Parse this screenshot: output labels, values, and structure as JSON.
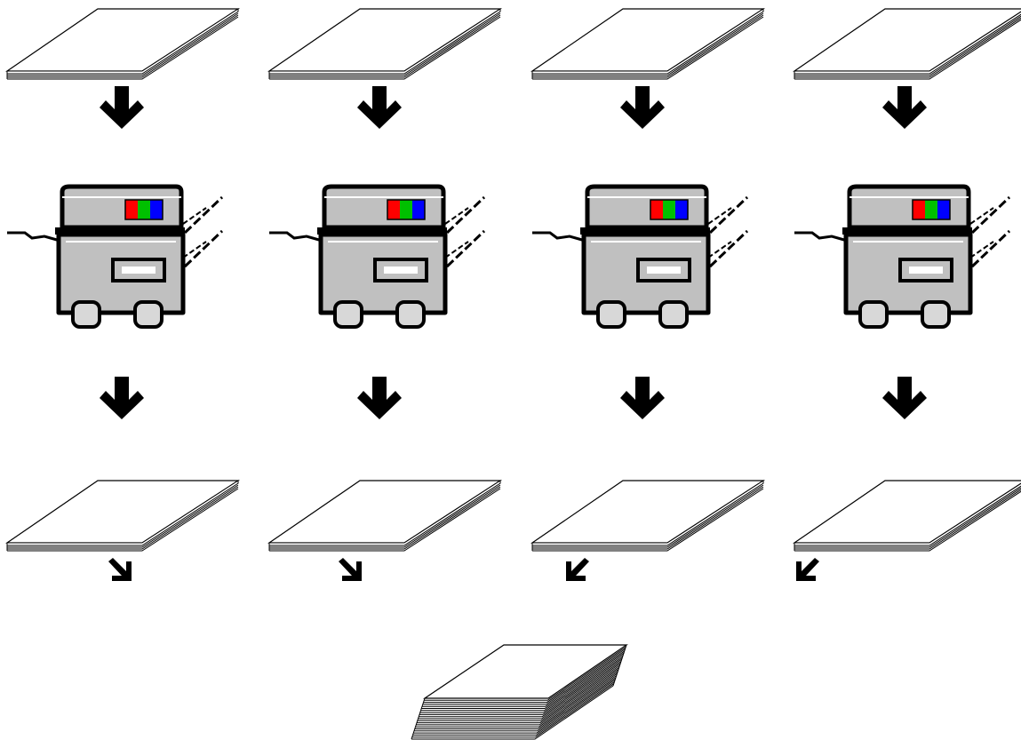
{
  "diagram": {
    "description_kind": "parallel printing pipeline",
    "columns": [
      {
        "id": "col-1",
        "input": "paper-stack",
        "processor": "color-printer",
        "output": "paper-stack",
        "merge_arrow": "down-right"
      },
      {
        "id": "col-2",
        "input": "paper-stack",
        "processor": "color-printer",
        "output": "paper-stack",
        "merge_arrow": "down-right"
      },
      {
        "id": "col-3",
        "input": "paper-stack",
        "processor": "color-printer",
        "output": "paper-stack",
        "merge_arrow": "down-left"
      },
      {
        "id": "col-4",
        "input": "paper-stack",
        "processor": "color-printer",
        "output": "paper-stack",
        "merge_arrow": "down-left"
      }
    ],
    "merged_output": "thick-paper-stack",
    "icons": {
      "paper": "paper-stack-icon",
      "printer": "printer-icon",
      "arrow": "down-arrow-icon",
      "merge": "thick-paper-stack-icon"
    },
    "colors": {
      "printer_body": "#c0c0c0",
      "printer_outline": "#000000",
      "indicator_red": "#ff0000",
      "indicator_green": "#00c000",
      "indicator_blue": "#0000ff",
      "arrow": "#000000",
      "paper_face": "#ffffff",
      "background": "#ffffff"
    }
  }
}
